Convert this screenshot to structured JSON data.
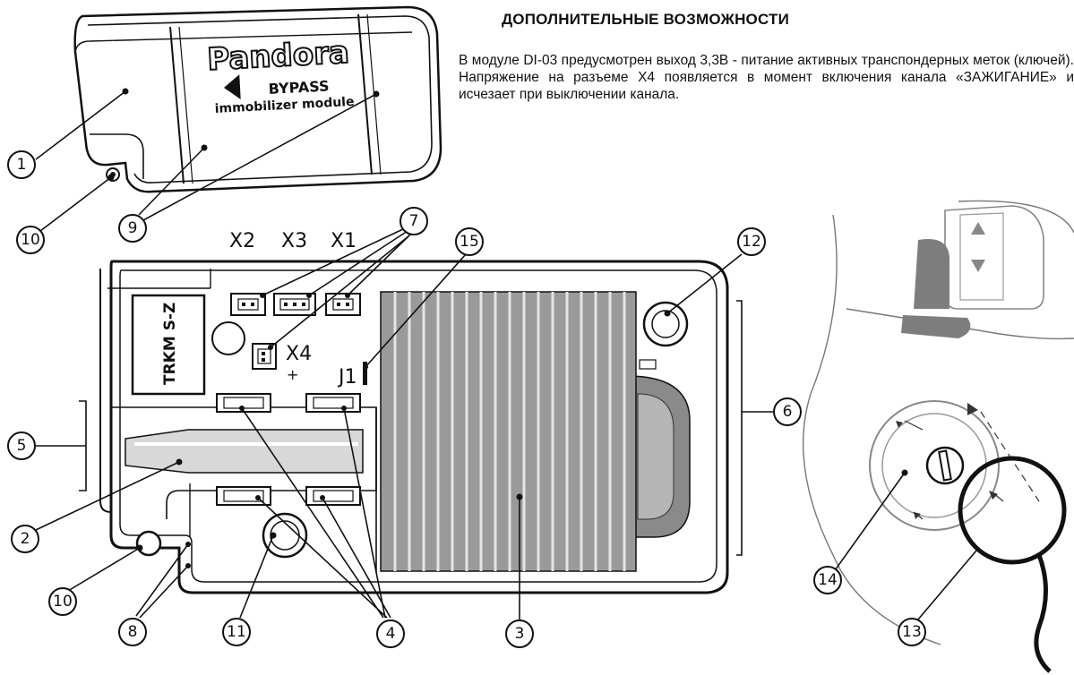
{
  "heading": "ДОПОЛНИТЕЛЬНЫЕ ВОЗМОЖНОСТИ",
  "description": "В модуле DI-03 предусмотрен выход 3,3В - питание активных транспондерных меток (ключей). Напряжение на разъеме X4 появляется в момент включения канала «ЗАЖИГАНИЕ» и исчезает при выключении канала.",
  "module_label": {
    "brand": "Pandora",
    "bypass": "BYPASS",
    "subtitle": "immobilizer module"
  },
  "board": {
    "chip_label": "TRKM S-Z",
    "connectors": {
      "x1": "X1",
      "x2": "X2",
      "x3": "X3",
      "x4": "X4",
      "x4_plus": "+",
      "j1": "J1"
    }
  },
  "callouts": {
    "c1": "1",
    "c2": "2",
    "c3": "3",
    "c4": "4",
    "c5": "5",
    "c6": "6",
    "c7": "7",
    "c8": "8",
    "c9": "9",
    "c10a": "10",
    "c10b": "10",
    "c11": "11",
    "c12": "12",
    "c13": "13",
    "c14": "14",
    "c15": "15"
  }
}
